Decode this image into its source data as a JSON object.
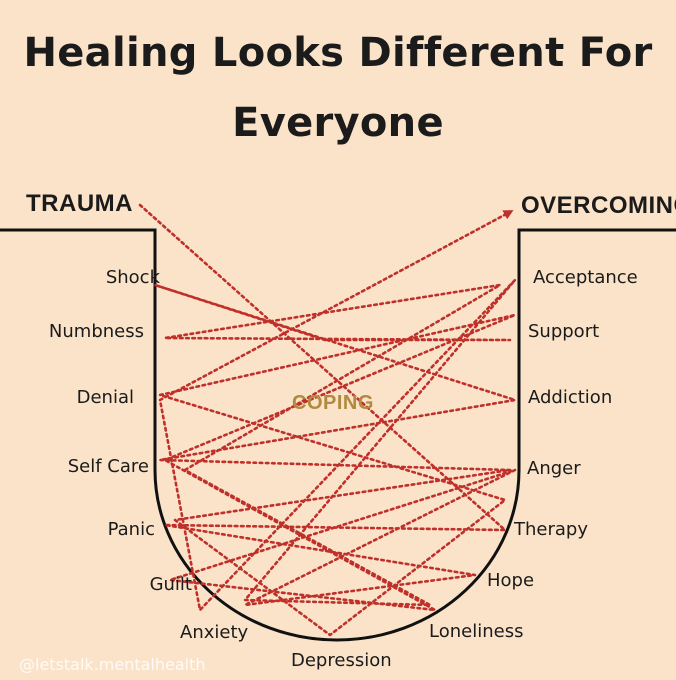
{
  "title": {
    "line1": "Healing Looks Different For",
    "line2": "Everyone"
  },
  "start_label": "TRAUMA",
  "end_label": "OVERCOMING",
  "center_label": "COPING",
  "left_stages": [
    "Shock",
    "Numbness",
    "Denial",
    "Self Care",
    "Panic",
    "Guilt",
    "Anxiety"
  ],
  "right_stages": [
    "Acceptance",
    "Support",
    "Addiction",
    "Anger",
    "Therapy",
    "Hope",
    "Loneliness"
  ],
  "bottom_stage": "Depression",
  "watermark": "@letstalk.mentalhealth",
  "colors": {
    "background": "#fae3c9",
    "path_dots": "#c0302b",
    "outline": "#111111",
    "coping_text": "#b08a3e"
  }
}
